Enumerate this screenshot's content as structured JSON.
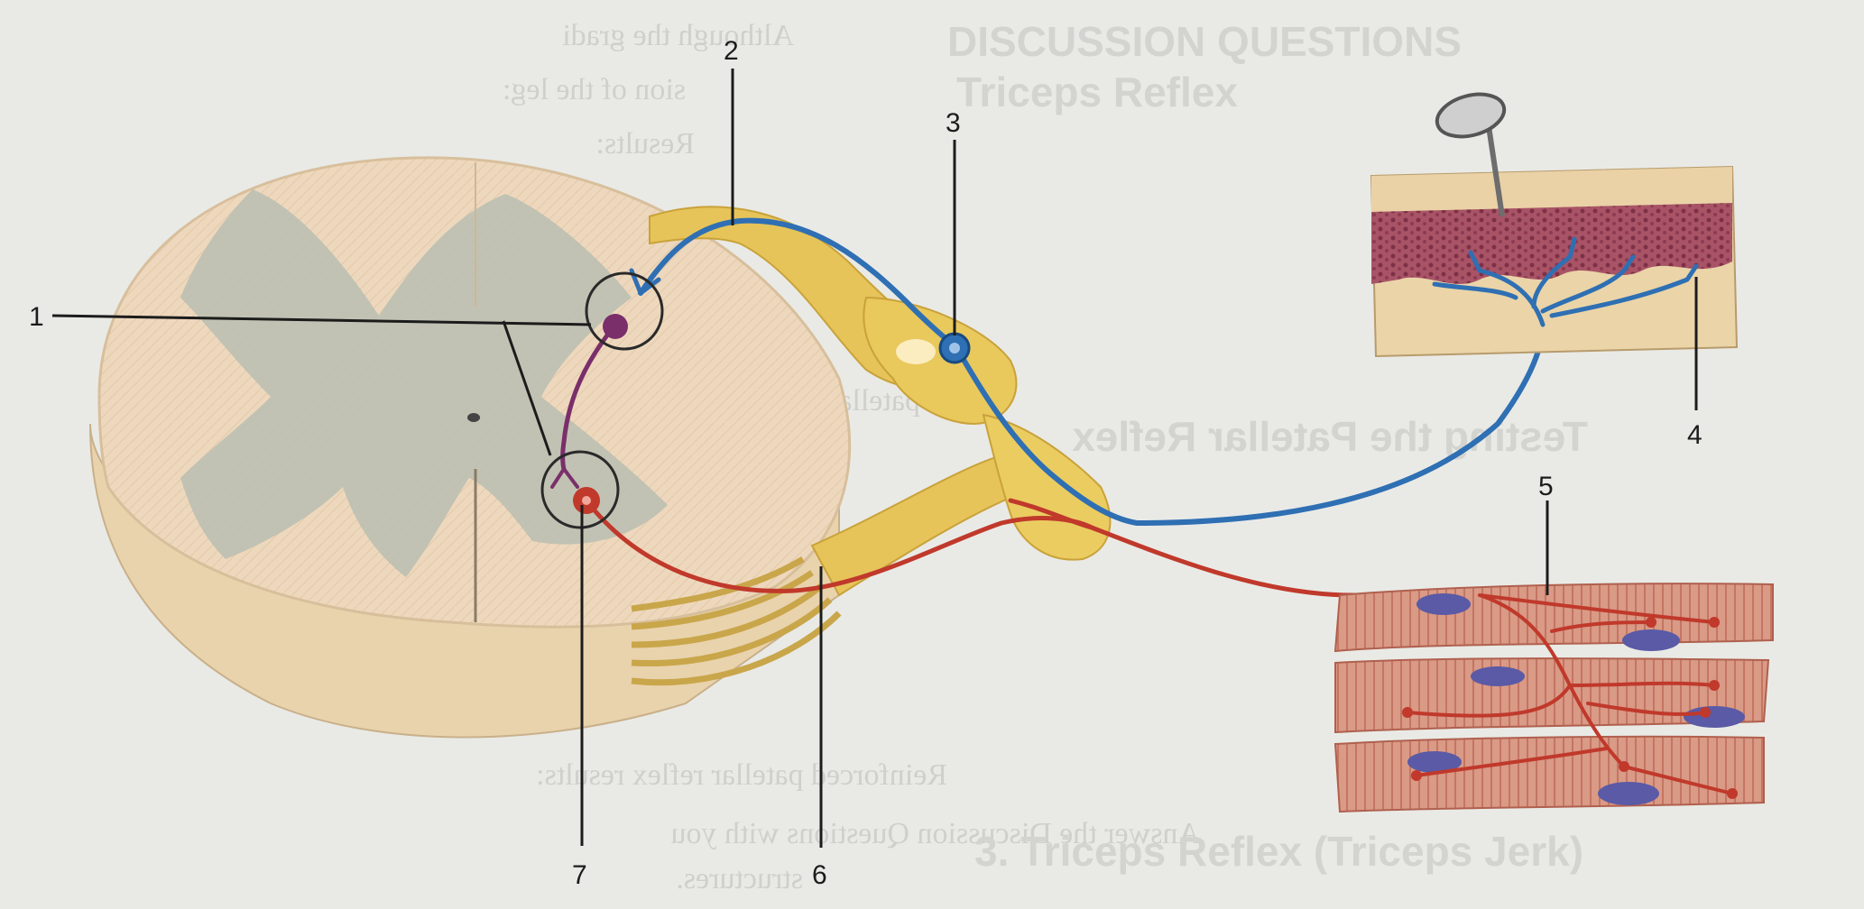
{
  "labels": {
    "l1": "1",
    "l2": "2",
    "l3": "3",
    "l4": "4",
    "l5": "5",
    "l6": "6",
    "l7": "7"
  },
  "bleed_through": {
    "left_1": "Although the gradi",
    "left_2": "sion of the leg:",
    "left_3": "Results:",
    "left_4": "the patellar reflex.",
    "left_5": "Reinforced patellar reflex results:",
    "left_6": "Answer the Discussion Questions with you",
    "left_7": "structures.",
    "right_1": "DISCUSSION QUESTIONS",
    "right_2": "Triceps Reflex",
    "right_3": "Testing the Patellar Reflex",
    "right_4": "3. Triceps Reflex (Triceps Jerk)"
  },
  "colors": {
    "sensory": "#2f6fb3",
    "motor": "#c0392b",
    "interneuron": "#7a2f6a",
    "nerve": "#e6c45a",
    "cord_white": "#efd9bf",
    "cord_gray": "#b9bfb3",
    "muscle": "#d98a78"
  }
}
